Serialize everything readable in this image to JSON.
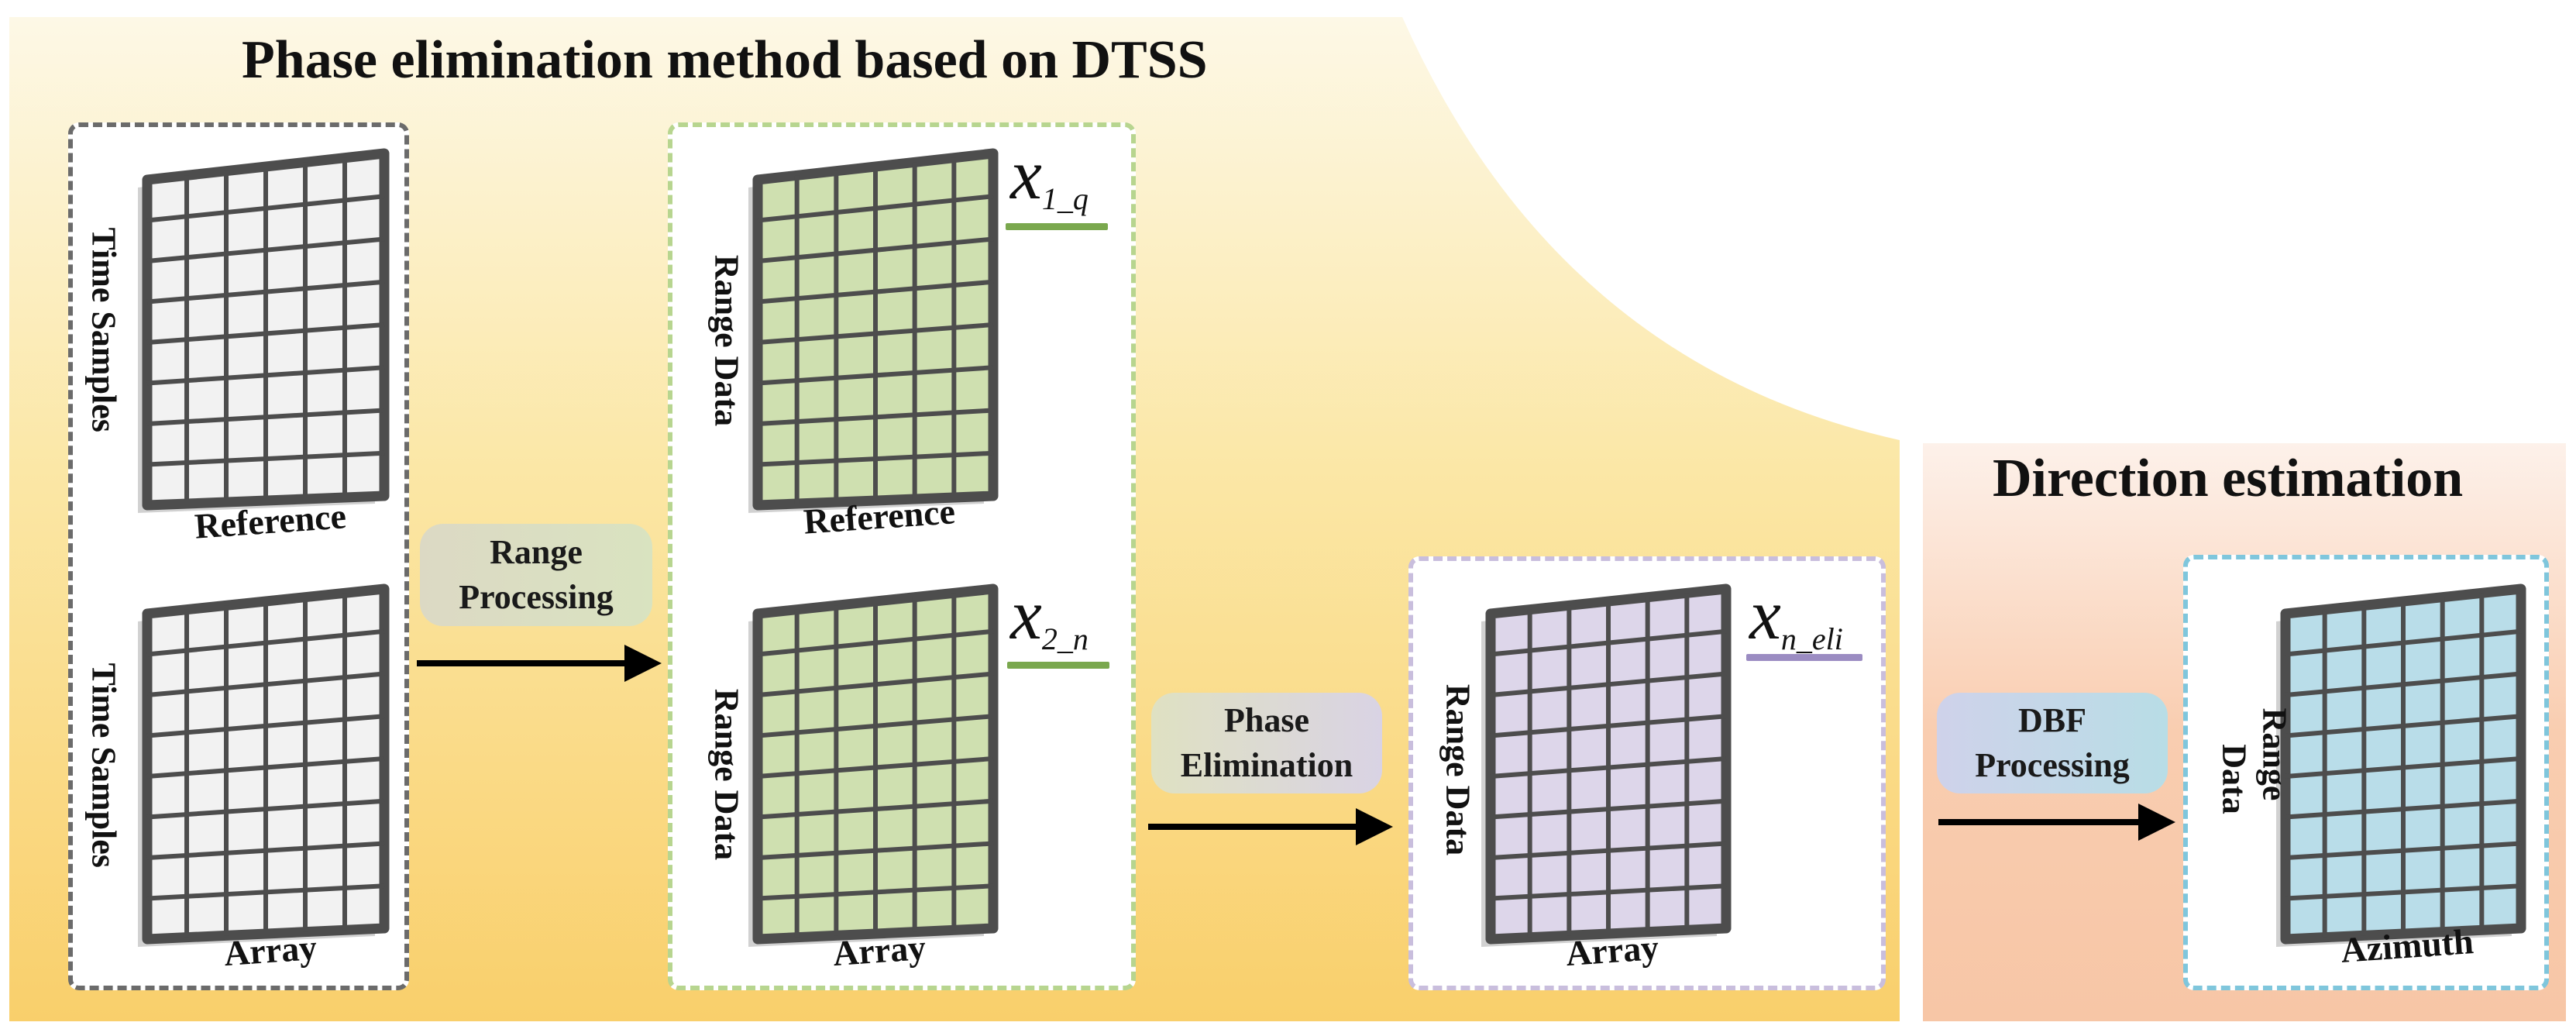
{
  "sections": {
    "phase_title": "Phase elimination method based on DTSS",
    "direction_title": "Direction estimation"
  },
  "steps": {
    "range_processing": [
      "Range",
      "Processing"
    ],
    "phase_elimination": [
      "Phase",
      "Elimination"
    ],
    "dbf_processing": [
      "DBF",
      "Processing"
    ]
  },
  "grids": {
    "ref_raw": {
      "side": "Time Samples",
      "bottom": "Reference"
    },
    "arr_raw": {
      "side": "Time Samples",
      "bottom": "Array"
    },
    "ref_range": {
      "side": "Range Data",
      "bottom": "Reference",
      "var_base": "x",
      "var_sub": "1_q"
    },
    "arr_range": {
      "side": "Range Data",
      "bottom": "Array",
      "var_base": "x",
      "var_sub": "2_n"
    },
    "eli": {
      "side": "Range Data",
      "bottom": "Array",
      "var_base": "x",
      "var_sub": "n_eli"
    },
    "dbf": {
      "side_line1": "Range",
      "side_line2": "Data",
      "bottom": "Azimuth"
    }
  },
  "colors": {
    "raw_cell": "#f2f2f2",
    "range_cell": "#cfe0b0",
    "eli_cell": "#ddd6ea",
    "dbf_cell": "#b9dde9",
    "grid_line": "#4d4d4d",
    "box_gray": "#6b6b6b",
    "box_green": "#b7d58f",
    "box_lavender": "#c9bedd",
    "box_blue": "#7fc6dc",
    "underline_green": "#7aa84e",
    "underline_purple": "#9b8cc2"
  }
}
